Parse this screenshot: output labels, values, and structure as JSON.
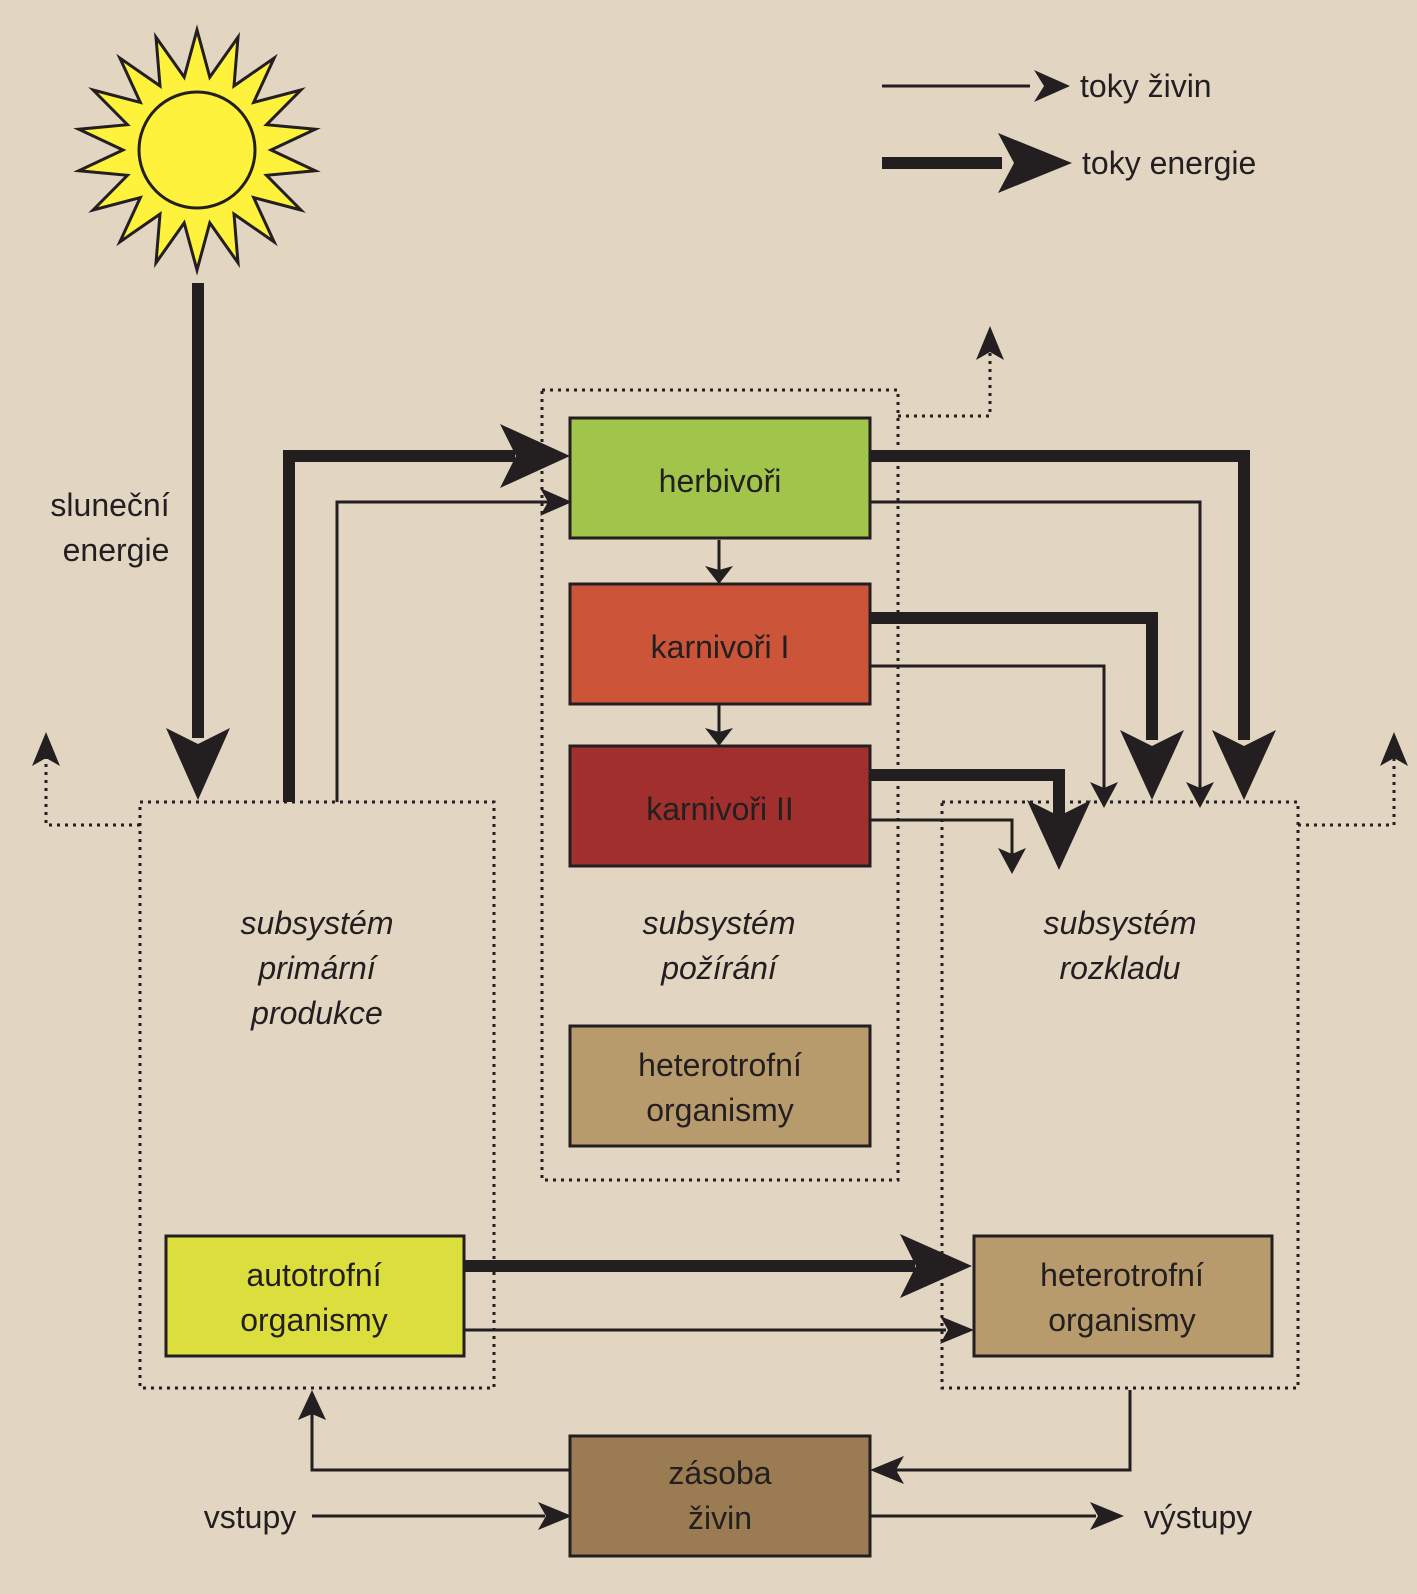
{
  "legend": {
    "nutrient_label": "toky živin",
    "energy_label": "toky energie"
  },
  "sun": {
    "label_line1": "sluneční",
    "label_line2": "energie",
    "color": "#fff23d"
  },
  "subsystems": {
    "primary": [
      "subsystém",
      "primární",
      "produkce"
    ],
    "grazing": [
      "subsystém",
      "požírání"
    ],
    "decomposition": [
      "subsystém",
      "rozkladu"
    ]
  },
  "boxes": {
    "herbivores": {
      "label": "herbivoři",
      "color": "#a1c44a"
    },
    "carnivores1": {
      "label": "karnivoři I",
      "color": "#cc5439"
    },
    "carnivores2": {
      "label": "karnivoři II",
      "color": "#a02f2e"
    },
    "grazing_hetero": {
      "line1": "heterotrofní",
      "line2": "organismy",
      "color": "#b89b6c"
    },
    "autotrophs": {
      "line1": "autotrofní",
      "line2": "organismy",
      "color": "#dbde3c"
    },
    "decomp_hetero": {
      "line1": "heterotrofní",
      "line2": "organismy",
      "color": "#b89b6c"
    },
    "nutrient_pool": {
      "line1": "zásoba",
      "line2": "živin",
      "color": "#9b7c52"
    }
  },
  "io": {
    "inputs": "vstupy",
    "outputs": "výstupy"
  }
}
